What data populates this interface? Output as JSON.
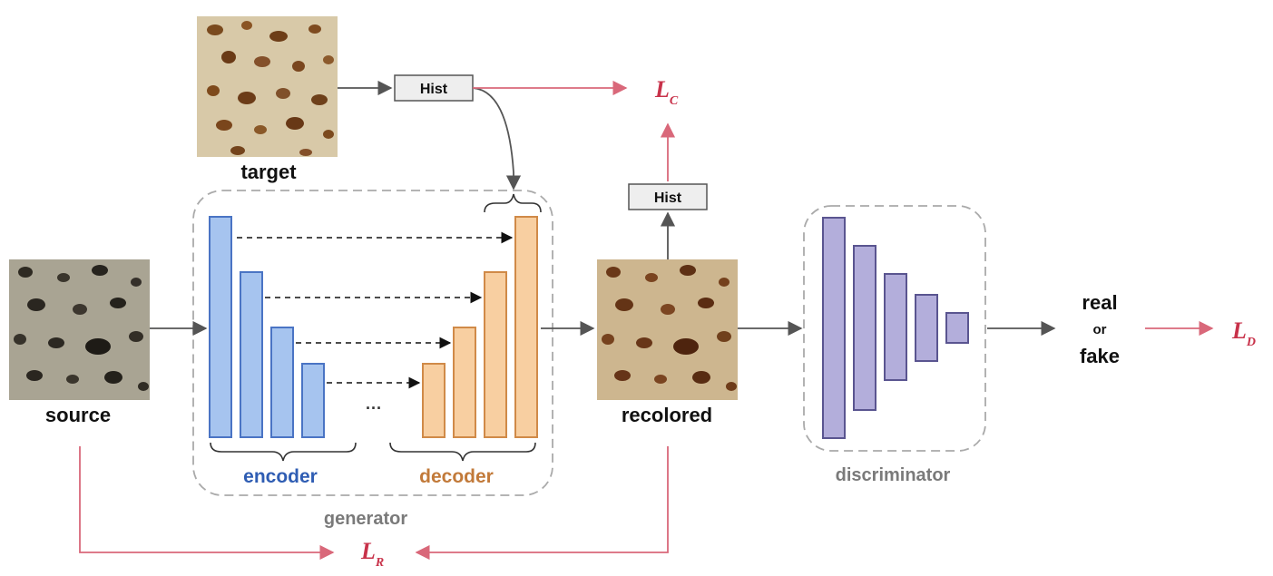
{
  "images": {
    "target": {
      "label": "target"
    },
    "source": {
      "label": "source"
    },
    "recolored": {
      "label": "recolored"
    }
  },
  "hist_boxes": {
    "top": "Hist",
    "right": "Hist"
  },
  "generator": {
    "label": "generator",
    "encoder_label": "encoder",
    "decoder_label": "decoder",
    "ellipsis": "···"
  },
  "discriminator": {
    "label": "discriminator"
  },
  "output": {
    "real": "real",
    "or": "or",
    "fake": "fake"
  },
  "losses": {
    "lc": {
      "main": "L",
      "sub": "C"
    },
    "lr": {
      "main": "L",
      "sub": "R"
    },
    "ld": {
      "main": "L",
      "sub": "D"
    }
  },
  "colors": {
    "encoder_fill": "#a6c4ef",
    "encoder_stroke": "#4a74c4",
    "decoder_fill": "#f8cfa1",
    "decoder_stroke": "#d08a48",
    "disc_fill": "#b3aedb",
    "disc_stroke": "#5a5590",
    "loss_arrow": "#d9687a",
    "flow_arrow": "#555555",
    "encoder_text": "#2f5db3",
    "decoder_text": "#c27a3a",
    "group_text": "#7a7a7a"
  }
}
